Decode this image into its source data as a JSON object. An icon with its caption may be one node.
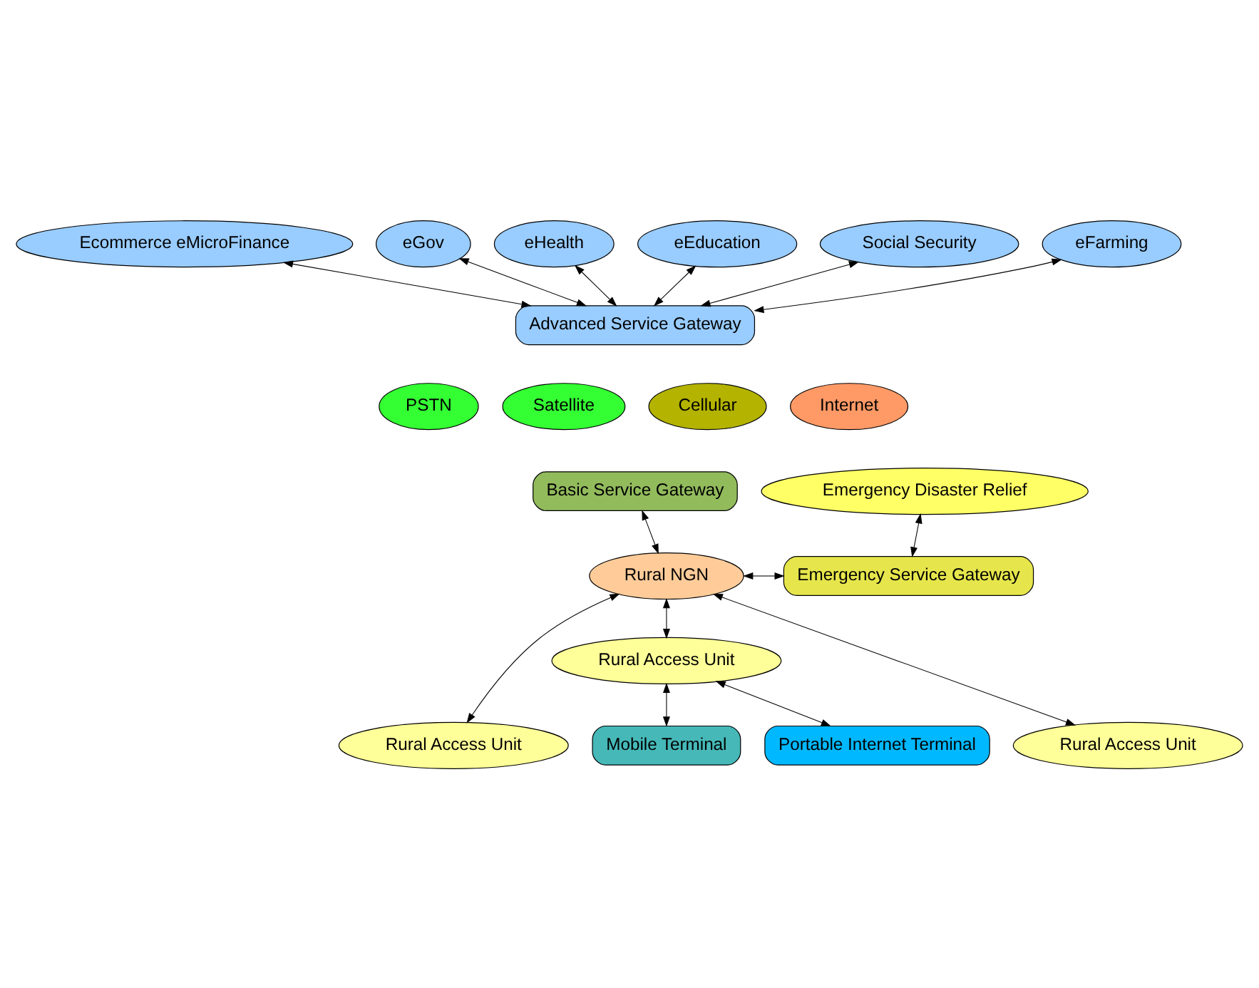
{
  "diagram": {
    "nodes": [
      {
        "text": [
          "Ecommerce eMicroFinance"
        ]
      },
      {
        "text": [
          "eGov"
        ]
      },
      {
        "text": [
          "eHealth"
        ]
      },
      {
        "text": [
          "eEducation"
        ]
      },
      {
        "text": [
          "Social Security"
        ]
      },
      {
        "text": [
          "eFarming"
        ]
      },
      {
        "text": [
          "Advanced Service Gateway"
        ]
      },
      {
        "text": [
          "PSTN"
        ]
      },
      {
        "text": [
          "Satellite"
        ]
      },
      {
        "text": [
          "Cellular"
        ]
      },
      {
        "text": [
          "Internet"
        ]
      },
      {
        "text": [
          "Basic Service Gateway"
        ]
      },
      {
        "text": [
          "Emergency Disaster Relief"
        ]
      },
      {
        "text": [
          "Rural NGN"
        ]
      },
      {
        "text": [
          "Emergency Service Gateway"
        ]
      },
      {
        "text": [
          "Rural Access Unit"
        ]
      },
      {
        "text": [
          "Rural Access Unit"
        ]
      },
      {
        "text": [
          "Rural Access Unit"
        ]
      },
      {
        "text": [
          "Mobile Terminal"
        ]
      },
      {
        "text": [
          "Portable Internet Terminal"
        ]
      }
    ],
    "edges": [
      {
        "from": 0,
        "to": 6,
        "arrow": "both"
      },
      {
        "from": 1,
        "to": 6,
        "arrow": "both"
      },
      {
        "from": 2,
        "to": 6,
        "arrow": "both"
      },
      {
        "from": 3,
        "to": 6,
        "arrow": "both"
      },
      {
        "from": 4,
        "to": 6,
        "arrow": "both"
      },
      {
        "from": 5,
        "to": 6,
        "arrow": "both"
      },
      {
        "from": 11,
        "to": 13,
        "arrow": "both"
      },
      {
        "from": 12,
        "to": 14,
        "arrow": "both"
      },
      {
        "from": 13,
        "to": 14,
        "arrow": "both"
      },
      {
        "from": 13,
        "to": 15,
        "arrow": "both"
      },
      {
        "from": 13,
        "to": 16,
        "arrow": "both"
      },
      {
        "from": 13,
        "to": 17,
        "arrow": "both"
      },
      {
        "from": 15,
        "to": 18,
        "arrow": "both"
      },
      {
        "from": 15,
        "to": 19,
        "arrow": "both"
      }
    ]
  }
}
